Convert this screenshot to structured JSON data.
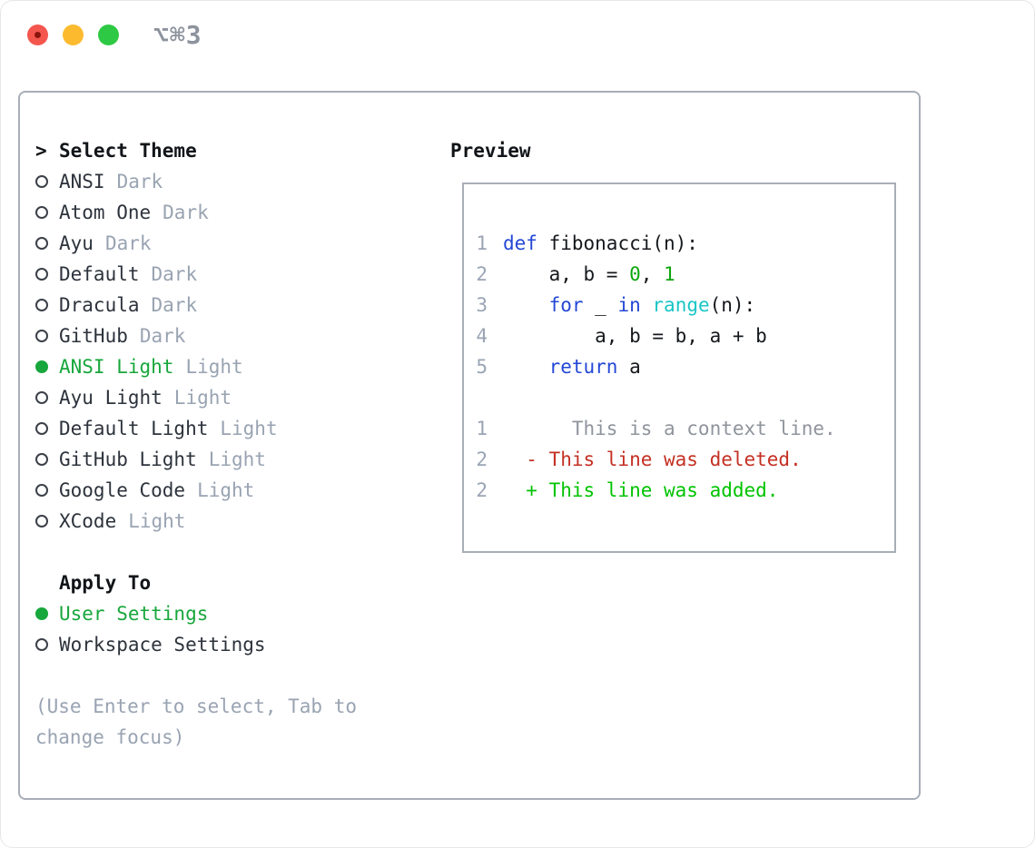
{
  "window": {
    "title": "⌥⌘3"
  },
  "titlebar_buttons": {
    "close": "close-button",
    "minimize": "minimize-button",
    "zoom": "zoom-button"
  },
  "themes": {
    "header_prefix": ">",
    "header": "Select Theme",
    "items": [
      {
        "name": "ANSI",
        "variant": "Dark",
        "selected": false
      },
      {
        "name": "Atom One",
        "variant": "Dark",
        "selected": false
      },
      {
        "name": "Ayu",
        "variant": "Dark",
        "selected": false
      },
      {
        "name": "Default",
        "variant": "Dark",
        "selected": false
      },
      {
        "name": "Dracula",
        "variant": "Dark",
        "selected": false
      },
      {
        "name": "GitHub",
        "variant": "Dark",
        "selected": false
      },
      {
        "name": "ANSI Light",
        "variant": "Light",
        "selected": true
      },
      {
        "name": "Ayu Light",
        "variant": "Light",
        "selected": false
      },
      {
        "name": "Default Light",
        "variant": "Light",
        "selected": false
      },
      {
        "name": "GitHub Light",
        "variant": "Light",
        "selected": false
      },
      {
        "name": "Google Code",
        "variant": "Light",
        "selected": false
      },
      {
        "name": "XCode",
        "variant": "Light",
        "selected": false
      }
    ]
  },
  "apply_to": {
    "header": "Apply To",
    "options": [
      {
        "label": "User Settings",
        "selected": true
      },
      {
        "label": "Workspace Settings",
        "selected": false
      }
    ]
  },
  "hint": "(Use Enter to select, Tab to change focus)",
  "preview": {
    "header": "Preview",
    "lines": [
      {
        "num": "1",
        "segments": [
          {
            "text": "def",
            "color": "keyword"
          },
          {
            "text": " fibonacci(n):",
            "color": "code"
          }
        ]
      },
      {
        "num": "2",
        "segments": [
          {
            "text": "    a, b = ",
            "color": "code"
          },
          {
            "text": "0",
            "color": "literal"
          },
          {
            "text": ", ",
            "color": "code"
          },
          {
            "text": "1",
            "color": "literal"
          }
        ]
      },
      {
        "num": "3",
        "segments": [
          {
            "text": "    ",
            "color": "code"
          },
          {
            "text": "for",
            "color": "keyword"
          },
          {
            "text": " _ ",
            "color": "code"
          },
          {
            "text": "in",
            "color": "keyword"
          },
          {
            "text": " ",
            "color": "code"
          },
          {
            "text": "range",
            "color": "builtin"
          },
          {
            "text": "(n):",
            "color": "code"
          }
        ]
      },
      {
        "num": "4",
        "segments": [
          {
            "text": "        a, b = b, a + b",
            "color": "code"
          }
        ]
      },
      {
        "num": "5",
        "segments": [
          {
            "text": "    ",
            "color": "code"
          },
          {
            "text": "return",
            "color": "keyword"
          },
          {
            "text": " a",
            "color": "code"
          }
        ]
      },
      {
        "num": "",
        "segments": []
      },
      {
        "num": "1",
        "segments": [
          {
            "text": "      This is a context line.",
            "color": "context"
          }
        ]
      },
      {
        "num": "2",
        "segments": [
          {
            "text": "  - This line was deleted.",
            "color": "removed"
          }
        ]
      },
      {
        "num": "2",
        "segments": [
          {
            "text": "  + This line was added.",
            "color": "added"
          }
        ]
      }
    ]
  },
  "colors": {
    "selection_green": "#18a73c",
    "keyword_blue": "#2447d6",
    "builtin_cyan": "#19c6c6",
    "literal_green": "#0da60d",
    "removed_red": "#c43023",
    "added_green": "#00c300",
    "muted_gray": "#99a3b2",
    "line_number_gray": "#9aa4b4",
    "context_gray": "#8f949c",
    "code_foreground": "#15181c",
    "text_dark": "#2d333c",
    "header_black": "#111418",
    "border_gray": "#a8aeb8",
    "title_gray": "#8d939d",
    "traffic_close": "#f4564e",
    "traffic_close_dot": "#8c150e",
    "traffic_minimize": "#fcbb2f",
    "traffic_zoom": "#2ec944"
  }
}
